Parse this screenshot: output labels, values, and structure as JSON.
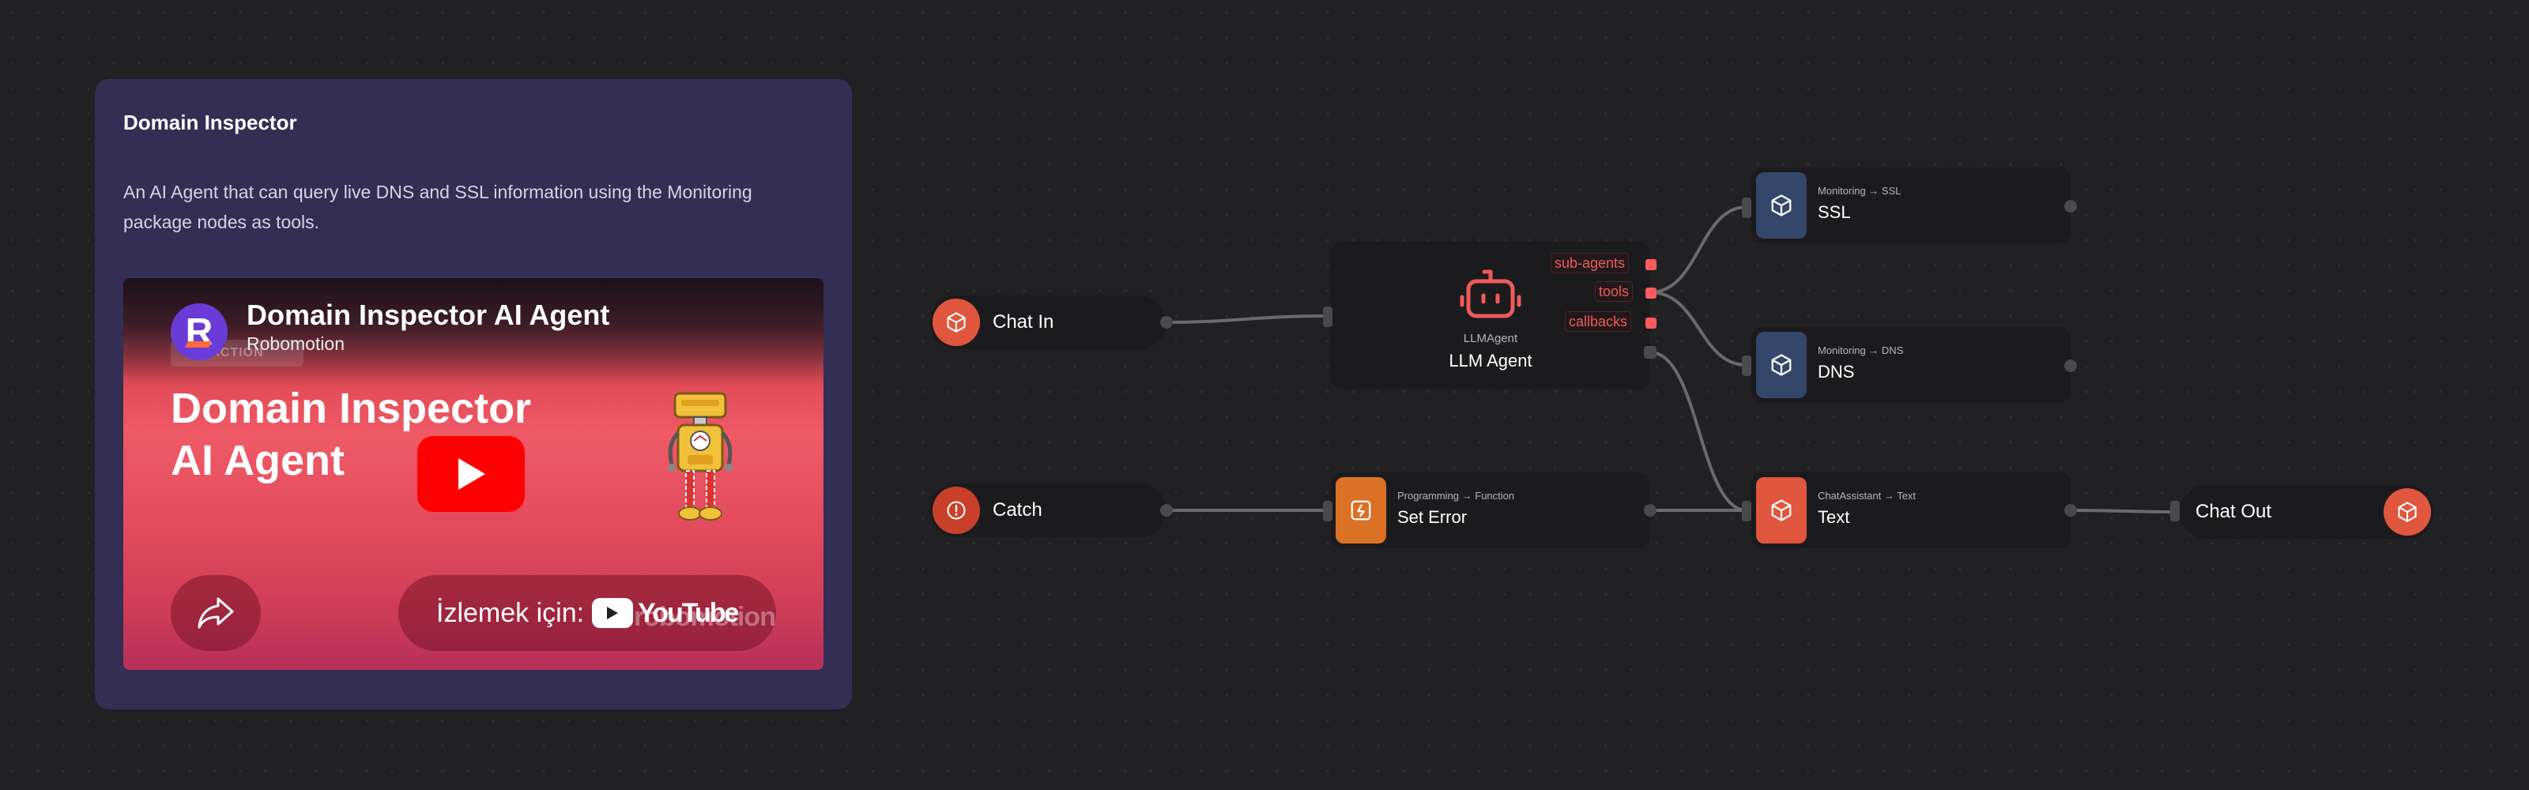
{
  "info": {
    "title": "Domain Inspector",
    "description": "An AI Agent that can query live DNS and SSL information using the Monitoring package nodes as tools."
  },
  "video": {
    "title": "Domain Inspector AI Agent",
    "channel": "Robomotion",
    "channel_initial": "R",
    "tag": "ACTION",
    "headline_line1": "Domain Inspector",
    "headline_line2": "AI Agent",
    "watch_label": "İzlemek için:",
    "youtube_word": "YouTube",
    "watermark": "robomotion"
  },
  "nodes": {
    "chat_in": {
      "label": "Chat In",
      "color": "#e0563e"
    },
    "catch": {
      "label": "Catch",
      "color": "#c9402a"
    },
    "llm_agent": {
      "sub": "LLMAgent",
      "title": "LLM Agent",
      "color": "#ee5a5d"
    },
    "ports": {
      "sub_agents": "sub-agents",
      "tools": "tools",
      "callbacks": "callbacks"
    },
    "ssl": {
      "sub": "Monitoring → SSL",
      "title": "SSL",
      "color": "#34476a"
    },
    "dns": {
      "sub": "Monitoring → DNS",
      "title": "DNS",
      "color": "#34476a"
    },
    "set_error": {
      "sub": "Programming → Function",
      "title": "Set Error",
      "color": "#db7125"
    },
    "text": {
      "sub": "ChatAssistant → Text",
      "title": "Text",
      "color": "#e0563e"
    },
    "chat_out": {
      "label": "Chat Out",
      "color": "#e0563e"
    }
  }
}
